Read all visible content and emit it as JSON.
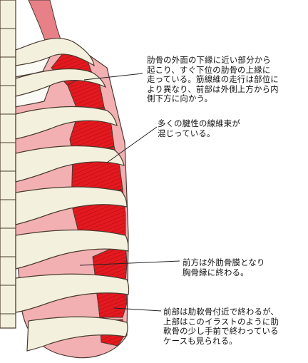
{
  "annotations": [
    {
      "id": "origin-and-fibers",
      "text": "肋骨の外面の下縁に近い部分から\n起こり、すぐ下位の肋骨の上縁に\n走っている。筋線維の走行は部位に\nより異なり、前部は外側上方から内\n側下方に向かう。"
    },
    {
      "id": "tendinous-bundles",
      "text": "多くの腱性の線維束が\n混じっている。"
    },
    {
      "id": "anterior-membrane",
      "text": "前方は外肋骨膜となり\n胸骨縁に終わる。"
    },
    {
      "id": "anterior-termination",
      "text": "前部は肋軟骨付近で終わるが、\n上部はこのイラストのように肋\n軟骨の少し手前で終わっている\nケースも見られる。"
    }
  ],
  "colors": {
    "muscle": "#e3191f",
    "muscle_dark": "#a80c12",
    "rib_bone": "#f3f1dd",
    "cartilage": "#fbfbf6",
    "intercostal_pink": "#f3b0b3",
    "outline": "#4a3a30",
    "leader_line": "#222222"
  },
  "icons": [
    "rib-cage-illustration",
    "external-intercostal-muscle-illustration"
  ]
}
